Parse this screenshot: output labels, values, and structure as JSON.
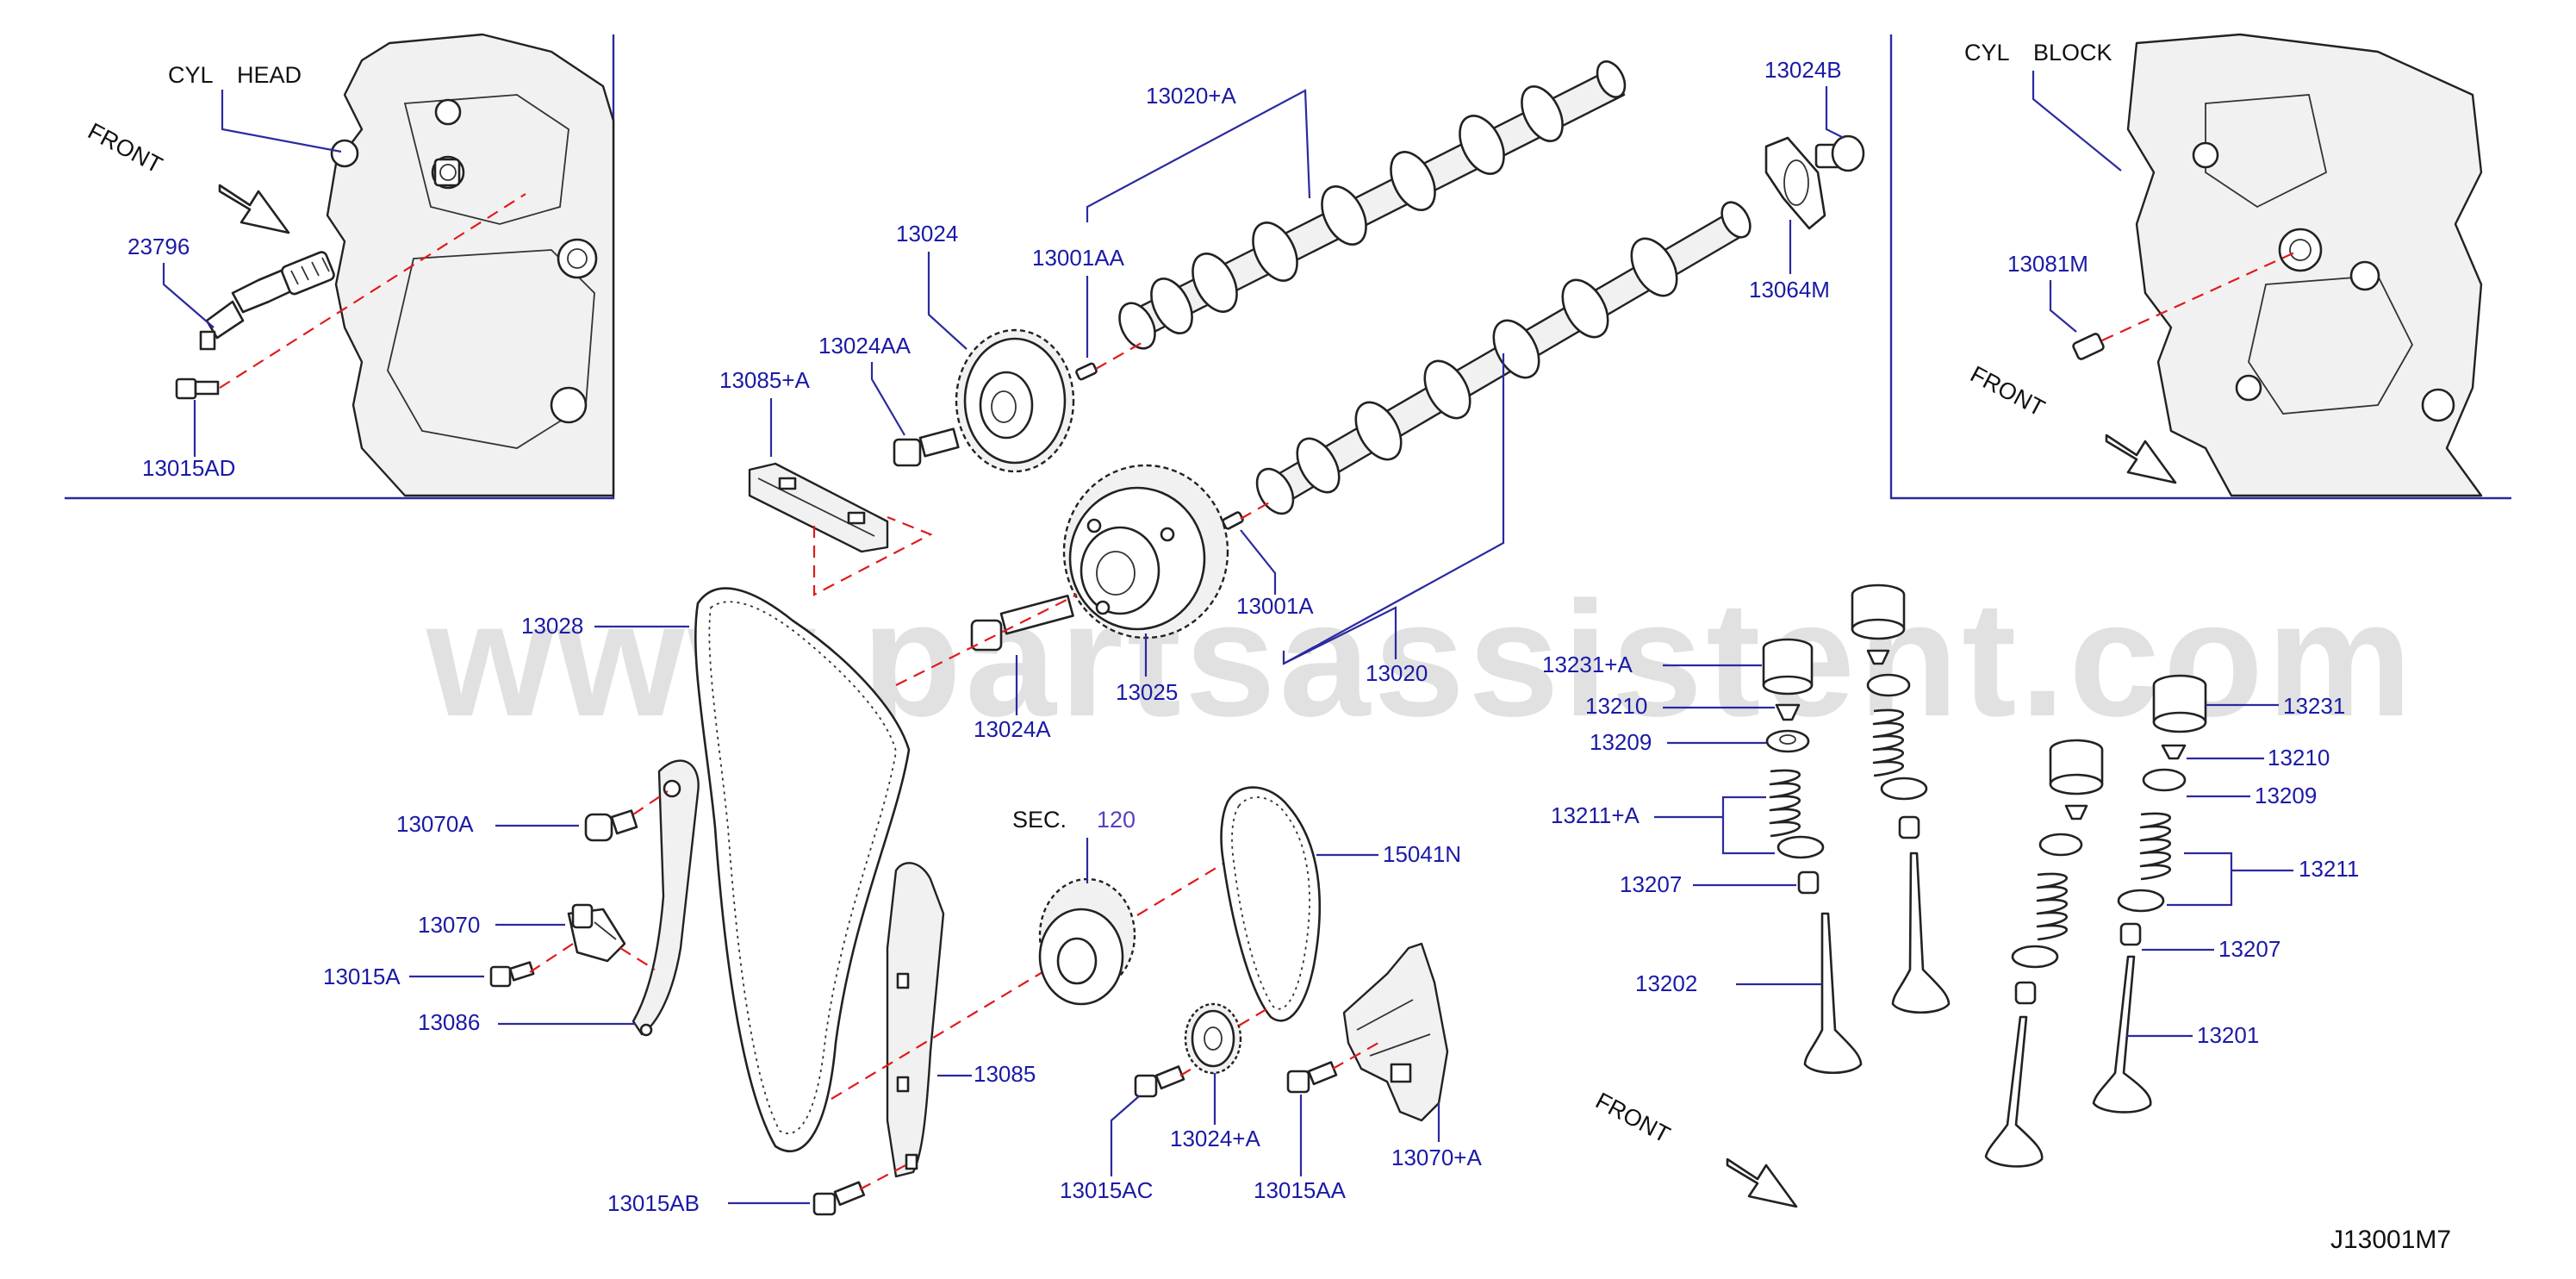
{
  "watermark": "www.partsassistent.com",
  "diagram_code": "J13001M7",
  "insets": {
    "cyl_head": {
      "title_a": "CYL",
      "title_b": "HEAD",
      "front": "FRONT"
    },
    "cyl_block": {
      "title_a": "CYL",
      "title_b": "BLOCK",
      "front": "FRONT"
    }
  },
  "main_front": "FRONT",
  "section_ref": {
    "prefix": "SEC.",
    "number": "120"
  },
  "labels": {
    "l23796": "23796",
    "l13015AD": "13015AD",
    "l13020A": "13020+A",
    "l13024": "13024",
    "l13001AA": "13001AA",
    "l13024AA": "13024AA",
    "l13085A": "13085+A",
    "l13024B": "13024B",
    "l13064M": "13064M",
    "l13081M": "13081M",
    "l13028": "13028",
    "l13001A": "13001A",
    "l13020": "13020",
    "l13024A": "13024A",
    "l13025": "13025",
    "l13070A": "13070A",
    "l13070": "13070",
    "l13015A": "13015A",
    "l13086": "13086",
    "l13085": "13085",
    "l13015AB": "13015AB",
    "l15041N": "15041N",
    "l13024plusA": "13024+A",
    "l13015AC": "13015AC",
    "l13015AA": "13015AA",
    "l13070plusA": "13070+A",
    "l13231A": "13231+A",
    "l13210a": "13210",
    "l13209a": "13209",
    "l13211A": "13211+A",
    "l13207a": "13207",
    "l13202": "13202",
    "l13231": "13231",
    "l13210b": "13210",
    "l13209b": "13209",
    "l13211": "13211",
    "l13207b": "13207",
    "l13201": "13201"
  }
}
